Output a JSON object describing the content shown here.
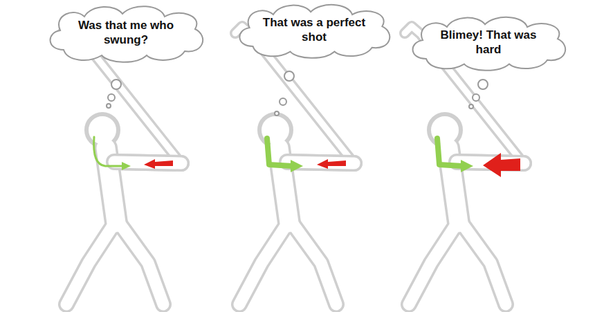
{
  "diagram": {
    "nodes": [
      {
        "text": [
          "Was that me who swung?"
        ]
      },
      {
        "text": [
          "That was a perfect shot"
        ]
      },
      {
        "text": [
          "Blimey! That was hard"
        ]
      }
    ]
  }
}
